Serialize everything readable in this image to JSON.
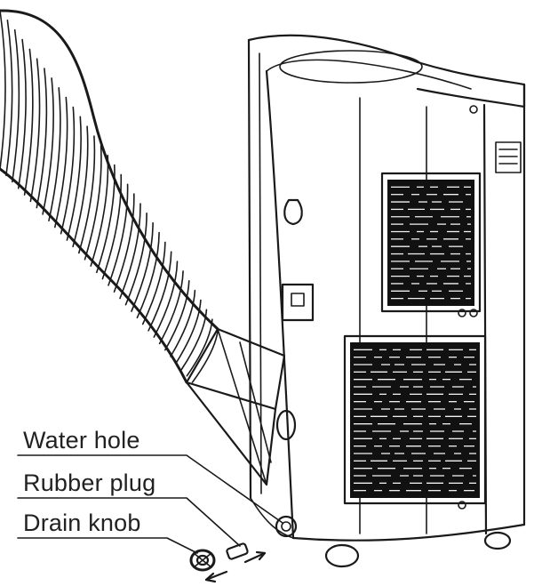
{
  "labels": {
    "water_hole": "Water hole",
    "rubber_plug": "Rubber plug",
    "drain_knob": "Drain knob"
  },
  "colors": {
    "line": "#1a1a1a",
    "grille": "#111111",
    "background": "#ffffff"
  },
  "icons": [
    "air-conditioner-unit",
    "exhaust-hose",
    "rubber-plug",
    "drain-knob",
    "direction-arrow"
  ]
}
